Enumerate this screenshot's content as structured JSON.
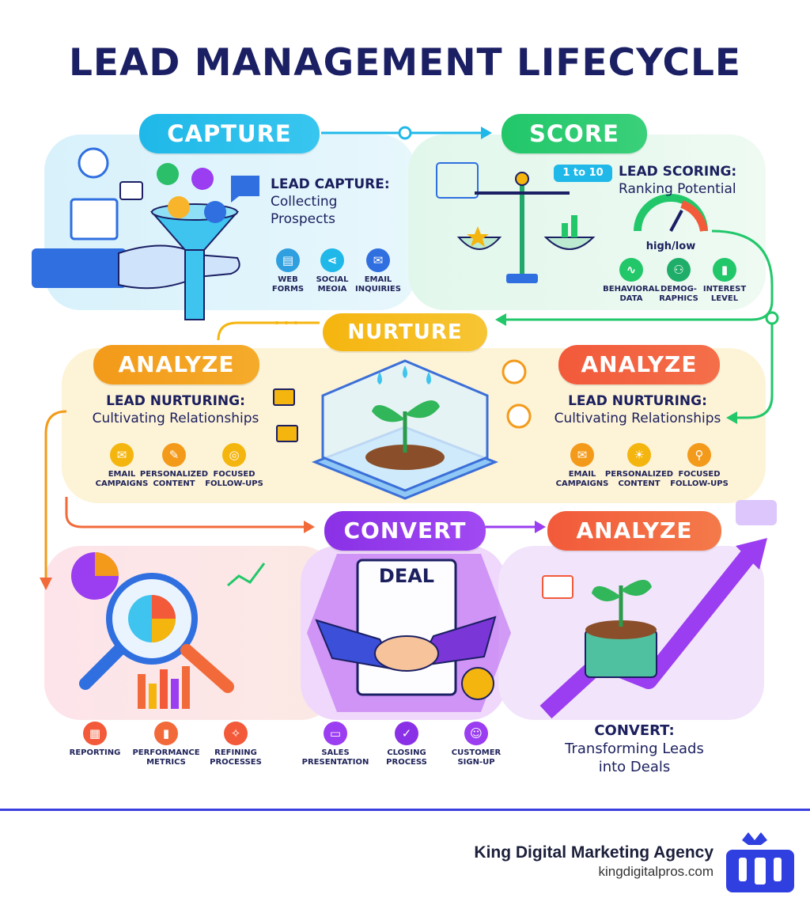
{
  "title": "LEAD MANAGEMENT LIFECYCLE",
  "stages": {
    "capture": {
      "label": "CAPTURE",
      "heading_line1": "LEAD CAPTURE:",
      "heading_line2": "Collecting",
      "heading_line3": "Prospects",
      "features": [
        {
          "icon": "web-form-icon",
          "line1": "WEB",
          "line2": "FORMS"
        },
        {
          "icon": "share-icon",
          "line1": "SOCIAL",
          "line2": "MEOIA"
        },
        {
          "icon": "envelope-icon",
          "line1": "EMAIL",
          "line2": "INQUIRIES"
        }
      ]
    },
    "score": {
      "label": "SCORE",
      "badge": "1 to 10",
      "heading_line1": "LEAD SCORING:",
      "heading_line2": "Ranking Potential",
      "gauge_label": "high/low",
      "features": [
        {
          "icon": "behavior-graph-icon",
          "line1": "BEHAVIORAL",
          "line2": "DATA"
        },
        {
          "icon": "people-icon",
          "line1": "DEMOG-",
          "line2": "RAPHICS"
        },
        {
          "icon": "bar-chart-icon",
          "line1": "INTEREST",
          "line2": "LEVEL"
        }
      ]
    },
    "nurture": {
      "label": "NURTURE",
      "left_label": "ANALYZE",
      "left_heading_line1": "LEAD NURTURING:",
      "left_heading_line2": "Cultivating Relationships",
      "left_features": [
        {
          "icon": "envelope-icon",
          "line1": "EMAIL",
          "line2": "CAMPAIGNS"
        },
        {
          "icon": "edit-icon",
          "line1": "PERSONALIZED",
          "line2": "CONTENT"
        },
        {
          "icon": "target-icon",
          "line1": "FOCUSED",
          "line2": "FOLLOW-UPS"
        }
      ],
      "right_label": "ANALYZE",
      "right_heading_line1": "LEAD NURTURING:",
      "right_heading_line2": "Cultivating Relationships",
      "right_features": [
        {
          "icon": "envelope-icon",
          "line1": "EMAIL",
          "line2": "CAMPAIGNS"
        },
        {
          "icon": "lightbulb-icon",
          "line1": "PERSONALIZED",
          "line2": "CONTENT"
        },
        {
          "icon": "pin-icon",
          "line1": "FOCUSED",
          "line2": "FOLLOW-UPS"
        }
      ]
    },
    "convert": {
      "label": "CONVERT",
      "deal_text": "DEAL",
      "features": [
        {
          "icon": "presentation-icon",
          "line1": "SALES",
          "line2": "PRESENTATION"
        },
        {
          "icon": "check-circle-icon",
          "line1": "CLOSING",
          "line2": "PROCESS"
        },
        {
          "icon": "user-icon",
          "line1": "CUSTOMER",
          "line2": "SIGN-UP"
        }
      ]
    },
    "analyze": {
      "label": "ANALYZE",
      "features": [
        {
          "icon": "report-icon",
          "line1": "REPORTING",
          "line2": ""
        },
        {
          "icon": "metrics-icon",
          "line1": "PERFORMANCE",
          "line2": "METRICS"
        },
        {
          "icon": "tools-icon",
          "line1": "REFINING",
          "line2": "PROCESSES"
        }
      ],
      "heading_line1": "CONVERT:",
      "heading_line2": "Transforming Leads",
      "heading_line3": "into Deals"
    }
  },
  "footer": {
    "company": "King Digital Marketing Agency",
    "url": "kingdigitalpros.com"
  },
  "colors": {
    "capture": "#1fb8e8",
    "score": "#22c76a",
    "nurture": "#f5b50f",
    "analyze_orange": "#f39a1a",
    "analyze_red": "#f25a3a",
    "convert": "#9b3df0",
    "navy": "#1b1f63",
    "rule": "#3b3fe0"
  }
}
